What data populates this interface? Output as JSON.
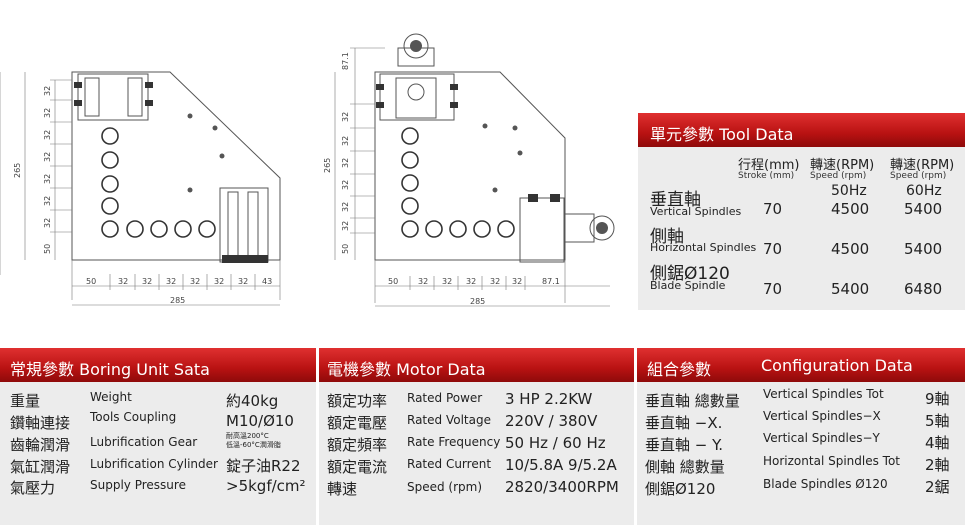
{
  "drawing_left": {
    "height_total": "265",
    "vertical_dims": [
      "32",
      "32",
      "32",
      "32",
      "32",
      "32",
      "32",
      "50"
    ],
    "horizontal_dims": [
      "50",
      "32",
      "32",
      "32",
      "32",
      "32",
      "32",
      "43"
    ],
    "width_total": "285"
  },
  "drawing_right": {
    "height_total": "265",
    "top_dim": "87.1",
    "vertical_dims": [
      "32",
      "32",
      "32",
      "32",
      "32",
      "32",
      "50"
    ],
    "horizontal_dims": [
      "50",
      "32",
      "32",
      "32",
      "32",
      "32",
      "87.1"
    ],
    "width_total": "285"
  },
  "tool_data": {
    "title": "單元參數 Tool Data",
    "col_headers": [
      {
        "zh": "行程(mm)",
        "en": "Stroke (mm)"
      },
      {
        "zh": "轉速(RPM)",
        "en": "Speed (rpm)",
        "sub": "50Hz"
      },
      {
        "zh": "轉速(RPM)",
        "en": "Speed (rpm)",
        "sub": "60Hz"
      }
    ],
    "rows": [
      {
        "zh": "垂直軸",
        "en": "Vertical Spindles",
        "stroke": "70",
        "speed50": "4500",
        "speed60": "5400"
      },
      {
        "zh": "側軸",
        "en": "Horizontal Spindles",
        "stroke": "70",
        "speed50": "4500",
        "speed60": "5400"
      },
      {
        "zh": "側鋸Ø120",
        "en": "Blade Spindle",
        "stroke": "70",
        "speed50": "5400",
        "speed60": "6480"
      }
    ]
  },
  "boring": {
    "title": "常規參數 Boring Unit Sata",
    "rows": [
      {
        "zh": "重量",
        "en": "Weight",
        "val": "約40kg"
      },
      {
        "zh": "鑽軸連接",
        "en": "Tools Coupling",
        "val": "M10/Ø10"
      },
      {
        "zh": "齒輪潤滑",
        "en": "Lubrification Gear",
        "note1": "耐高溫200°C",
        "note2": "低溫-60°C潤滑脂"
      },
      {
        "zh": "氣缸潤滑",
        "en": "Lubrification Cylinder",
        "val": "錠子油R22"
      },
      {
        "zh": "氣壓力",
        "en": "Supply Pressure",
        "val": ">5kgf/cm²"
      }
    ]
  },
  "motor": {
    "title": "電機參數 Motor Data",
    "rows": [
      {
        "zh": "額定功率",
        "en": "Rated Power",
        "val": "3 HP  2.2KW"
      },
      {
        "zh": "額定電壓",
        "en": "Rated Voltage",
        "val": "220V / 380V"
      },
      {
        "zh": "額定頻率",
        "en": "Rate Frequency",
        "val": "50 Hz / 60 Hz"
      },
      {
        "zh": "額定電流",
        "en": "Rated Current",
        "val": "10/5.8A  9/5.2A"
      },
      {
        "zh": "轉速",
        "en": "Speed (rpm)",
        "val": "2820/3400RPM"
      }
    ]
  },
  "config": {
    "title_zh": "組合參數",
    "title_en": "Configuration Data",
    "rows": [
      {
        "zh": "垂直軸 總數量",
        "en": "Vertical Spindles Tot",
        "val": "9軸"
      },
      {
        "zh": "垂直軸 −X.",
        "en": "Vertical Spindles−X",
        "val": "5軸"
      },
      {
        "zh": "垂直軸 − Y.",
        "en": "Vertical Spindles−Y",
        "val": "4軸"
      },
      {
        "zh": "側軸 總數量",
        "en": "Horizontal Spindles Tot",
        "val": "2軸"
      },
      {
        "zh": "側鋸Ø120",
        "en": "Blade Spindles Ø120",
        "val": "2鋸"
      }
    ]
  }
}
